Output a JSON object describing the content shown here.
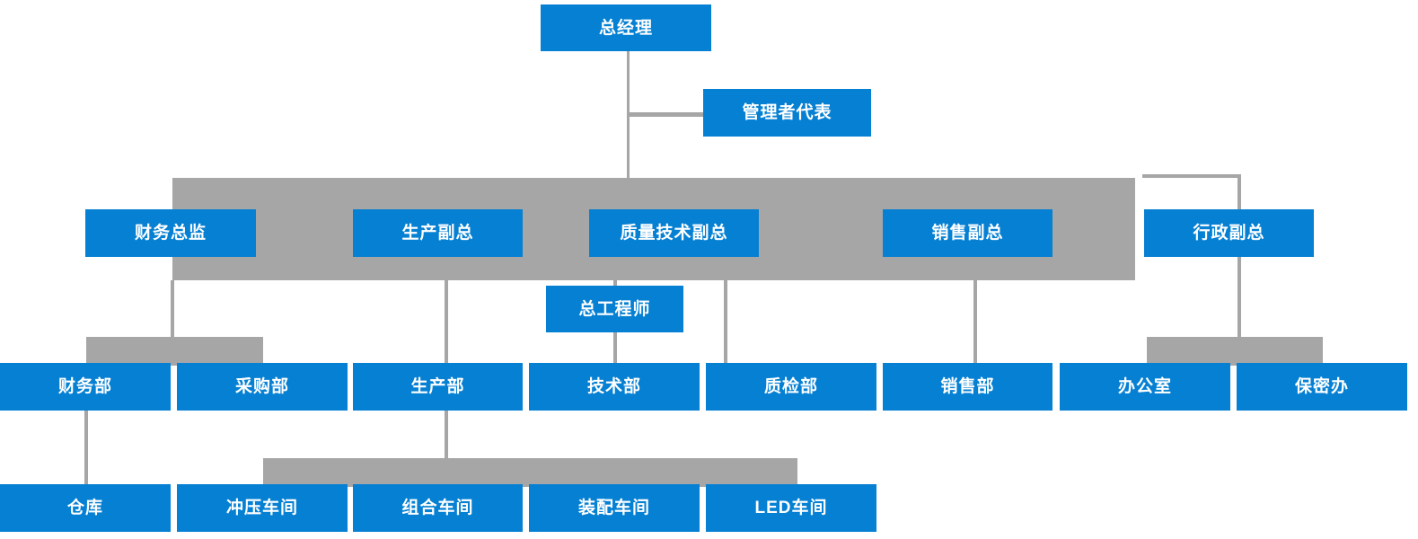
{
  "chart_title": "",
  "theme": {
    "node_fill": "#0680D3",
    "node_text": "#FFFFFF",
    "connector_gray": "#A6A6A6",
    "background": "#FFFFFF"
  },
  "nodes": {
    "general_manager": "总经理",
    "management_rep": "管理者代表",
    "finance_director": "财务总监",
    "production_vp": "生产副总",
    "quality_tech_vp": "质量技术副总",
    "sales_vp": "销售副总",
    "admin_vp": "行政副总",
    "chief_engineer": "总工程师",
    "finance_dept": "财务部",
    "purchasing_dept": "采购部",
    "production_dept": "生产部",
    "technology_dept": "技术部",
    "quality_inspection_dept": "质检部",
    "sales_dept": "销售部",
    "office": "办公室",
    "confidential_office": "保密办",
    "warehouse": "仓库",
    "stamping_workshop": "冲压车间",
    "assembly_workshop": "组合车间",
    "fitting_workshop": "装配车间",
    "led_workshop": "LED车间"
  },
  "hierarchy": {
    "level_1": [
      "总经理"
    ],
    "level_1_staff": [
      "管理者代表"
    ],
    "level_2": [
      "财务总监",
      "生产副总",
      "质量技术副总",
      "销售副总",
      "行政副总"
    ],
    "level_2_staff": [
      "总工程师"
    ],
    "level_3": [
      "财务部",
      "采购部",
      "生产部",
      "技术部",
      "质检部",
      "销售部",
      "办公室",
      "保密办"
    ],
    "level_4": [
      "仓库",
      "冲压车间",
      "组合车间",
      "装配车间",
      "LED车间"
    ]
  }
}
